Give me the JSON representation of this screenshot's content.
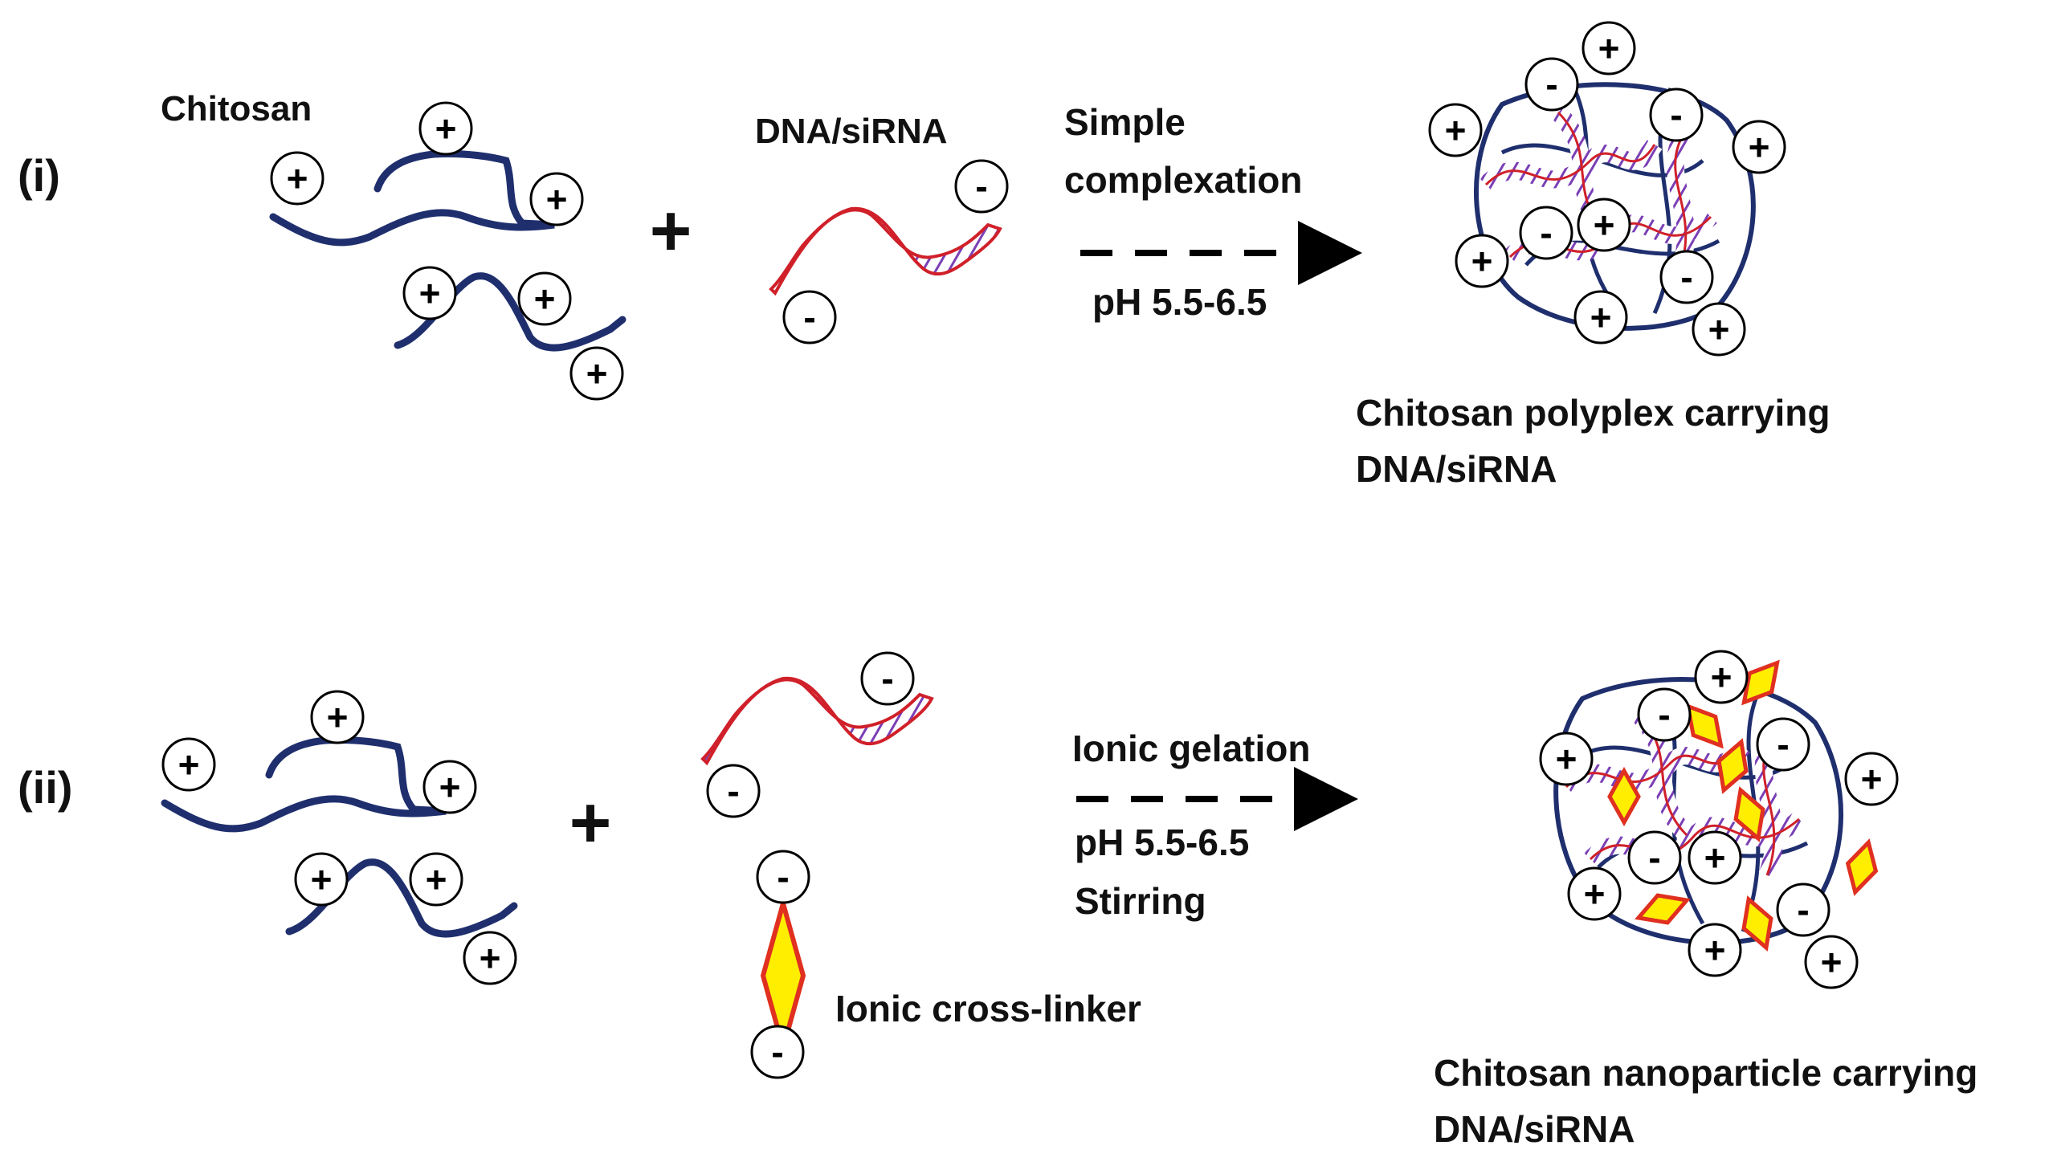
{
  "row1": {
    "label": "(i)",
    "chitosan_label": "Chitosan",
    "nucleic_label": "DNA/siRNA",
    "plus": "+",
    "process_line1": "Simple",
    "process_line2": "complexation",
    "condition": "pH 5.5-6.5",
    "product_line1": "Chitosan polyplex carrying",
    "product_line2": "DNA/siRNA"
  },
  "row2": {
    "label": "(ii)",
    "plus": "+",
    "process": "Ionic gelation",
    "condition1": "pH 5.5-6.5",
    "condition2": "Stirring",
    "crosslinker_label": "Ionic cross-linker",
    "product_line1": "Chitosan nanoparticle carrying",
    "product_line2": "DNA/siRNA"
  },
  "charges": {
    "positive": "+",
    "negative": "-"
  },
  "colors": {
    "chitosan": "#1f2f6e",
    "dna_outline": "#d0202a",
    "dna_hatch": "#7a3fb5",
    "crosslinker_fill": "#ffee00",
    "crosslinker_outline": "#e03020",
    "arrow": "#000000"
  }
}
